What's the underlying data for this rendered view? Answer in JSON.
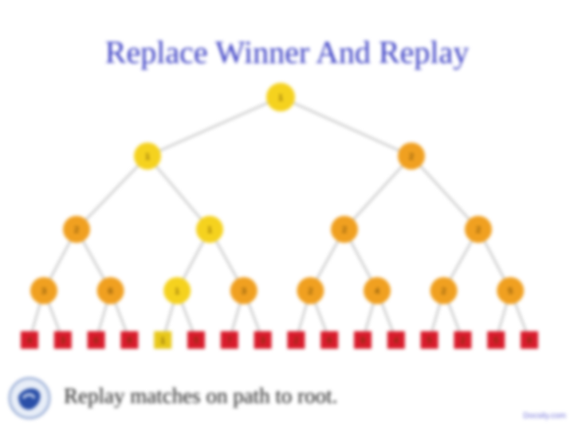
{
  "title": "Replace Winner And Replay",
  "bullet_text": "Replay matches on path to root.",
  "watermark": "Docsity.com",
  "colors": {
    "title": "#3b3fc4",
    "edge": "#c8c8c8",
    "yellow_node": "#f5d21e",
    "orange_node": "#f0a020",
    "red_leaf": "#d81c2c",
    "yellow_leaf": "#e8c81a"
  },
  "tree": {
    "root": {
      "label": "1",
      "highlight": true
    },
    "level1": [
      {
        "label": "1",
        "highlight": true
      },
      {
        "label": "2",
        "highlight": false
      }
    ],
    "level2": [
      {
        "label": "2",
        "highlight": false
      },
      {
        "label": "1",
        "highlight": true
      },
      {
        "label": "2",
        "highlight": false
      },
      {
        "label": "2",
        "highlight": false
      }
    ],
    "level3": [
      {
        "label": "3",
        "highlight": false
      },
      {
        "label": "6",
        "highlight": false
      },
      {
        "label": "1",
        "highlight": true
      },
      {
        "label": "3",
        "highlight": false
      },
      {
        "label": "2",
        "highlight": false
      },
      {
        "label": "4",
        "highlight": false
      },
      {
        "label": "2",
        "highlight": false
      },
      {
        "label": "5",
        "highlight": false
      }
    ],
    "leaves": [
      {
        "label": "4",
        "highlight": false
      },
      {
        "label": "3",
        "highlight": false
      },
      {
        "label": "6",
        "highlight": false
      },
      {
        "label": "8",
        "highlight": false
      },
      {
        "label": "1",
        "highlight": true
      },
      {
        "label": "5",
        "highlight": false
      },
      {
        "label": "7",
        "highlight": false
      },
      {
        "label": "3",
        "highlight": false
      },
      {
        "label": "2",
        "highlight": false
      },
      {
        "label": "6",
        "highlight": false
      },
      {
        "label": "9",
        "highlight": false
      },
      {
        "label": "4",
        "highlight": false
      },
      {
        "label": "5",
        "highlight": false
      },
      {
        "label": "2",
        "highlight": false
      },
      {
        "label": "5",
        "highlight": false
      },
      {
        "label": "8",
        "highlight": false
      }
    ]
  }
}
